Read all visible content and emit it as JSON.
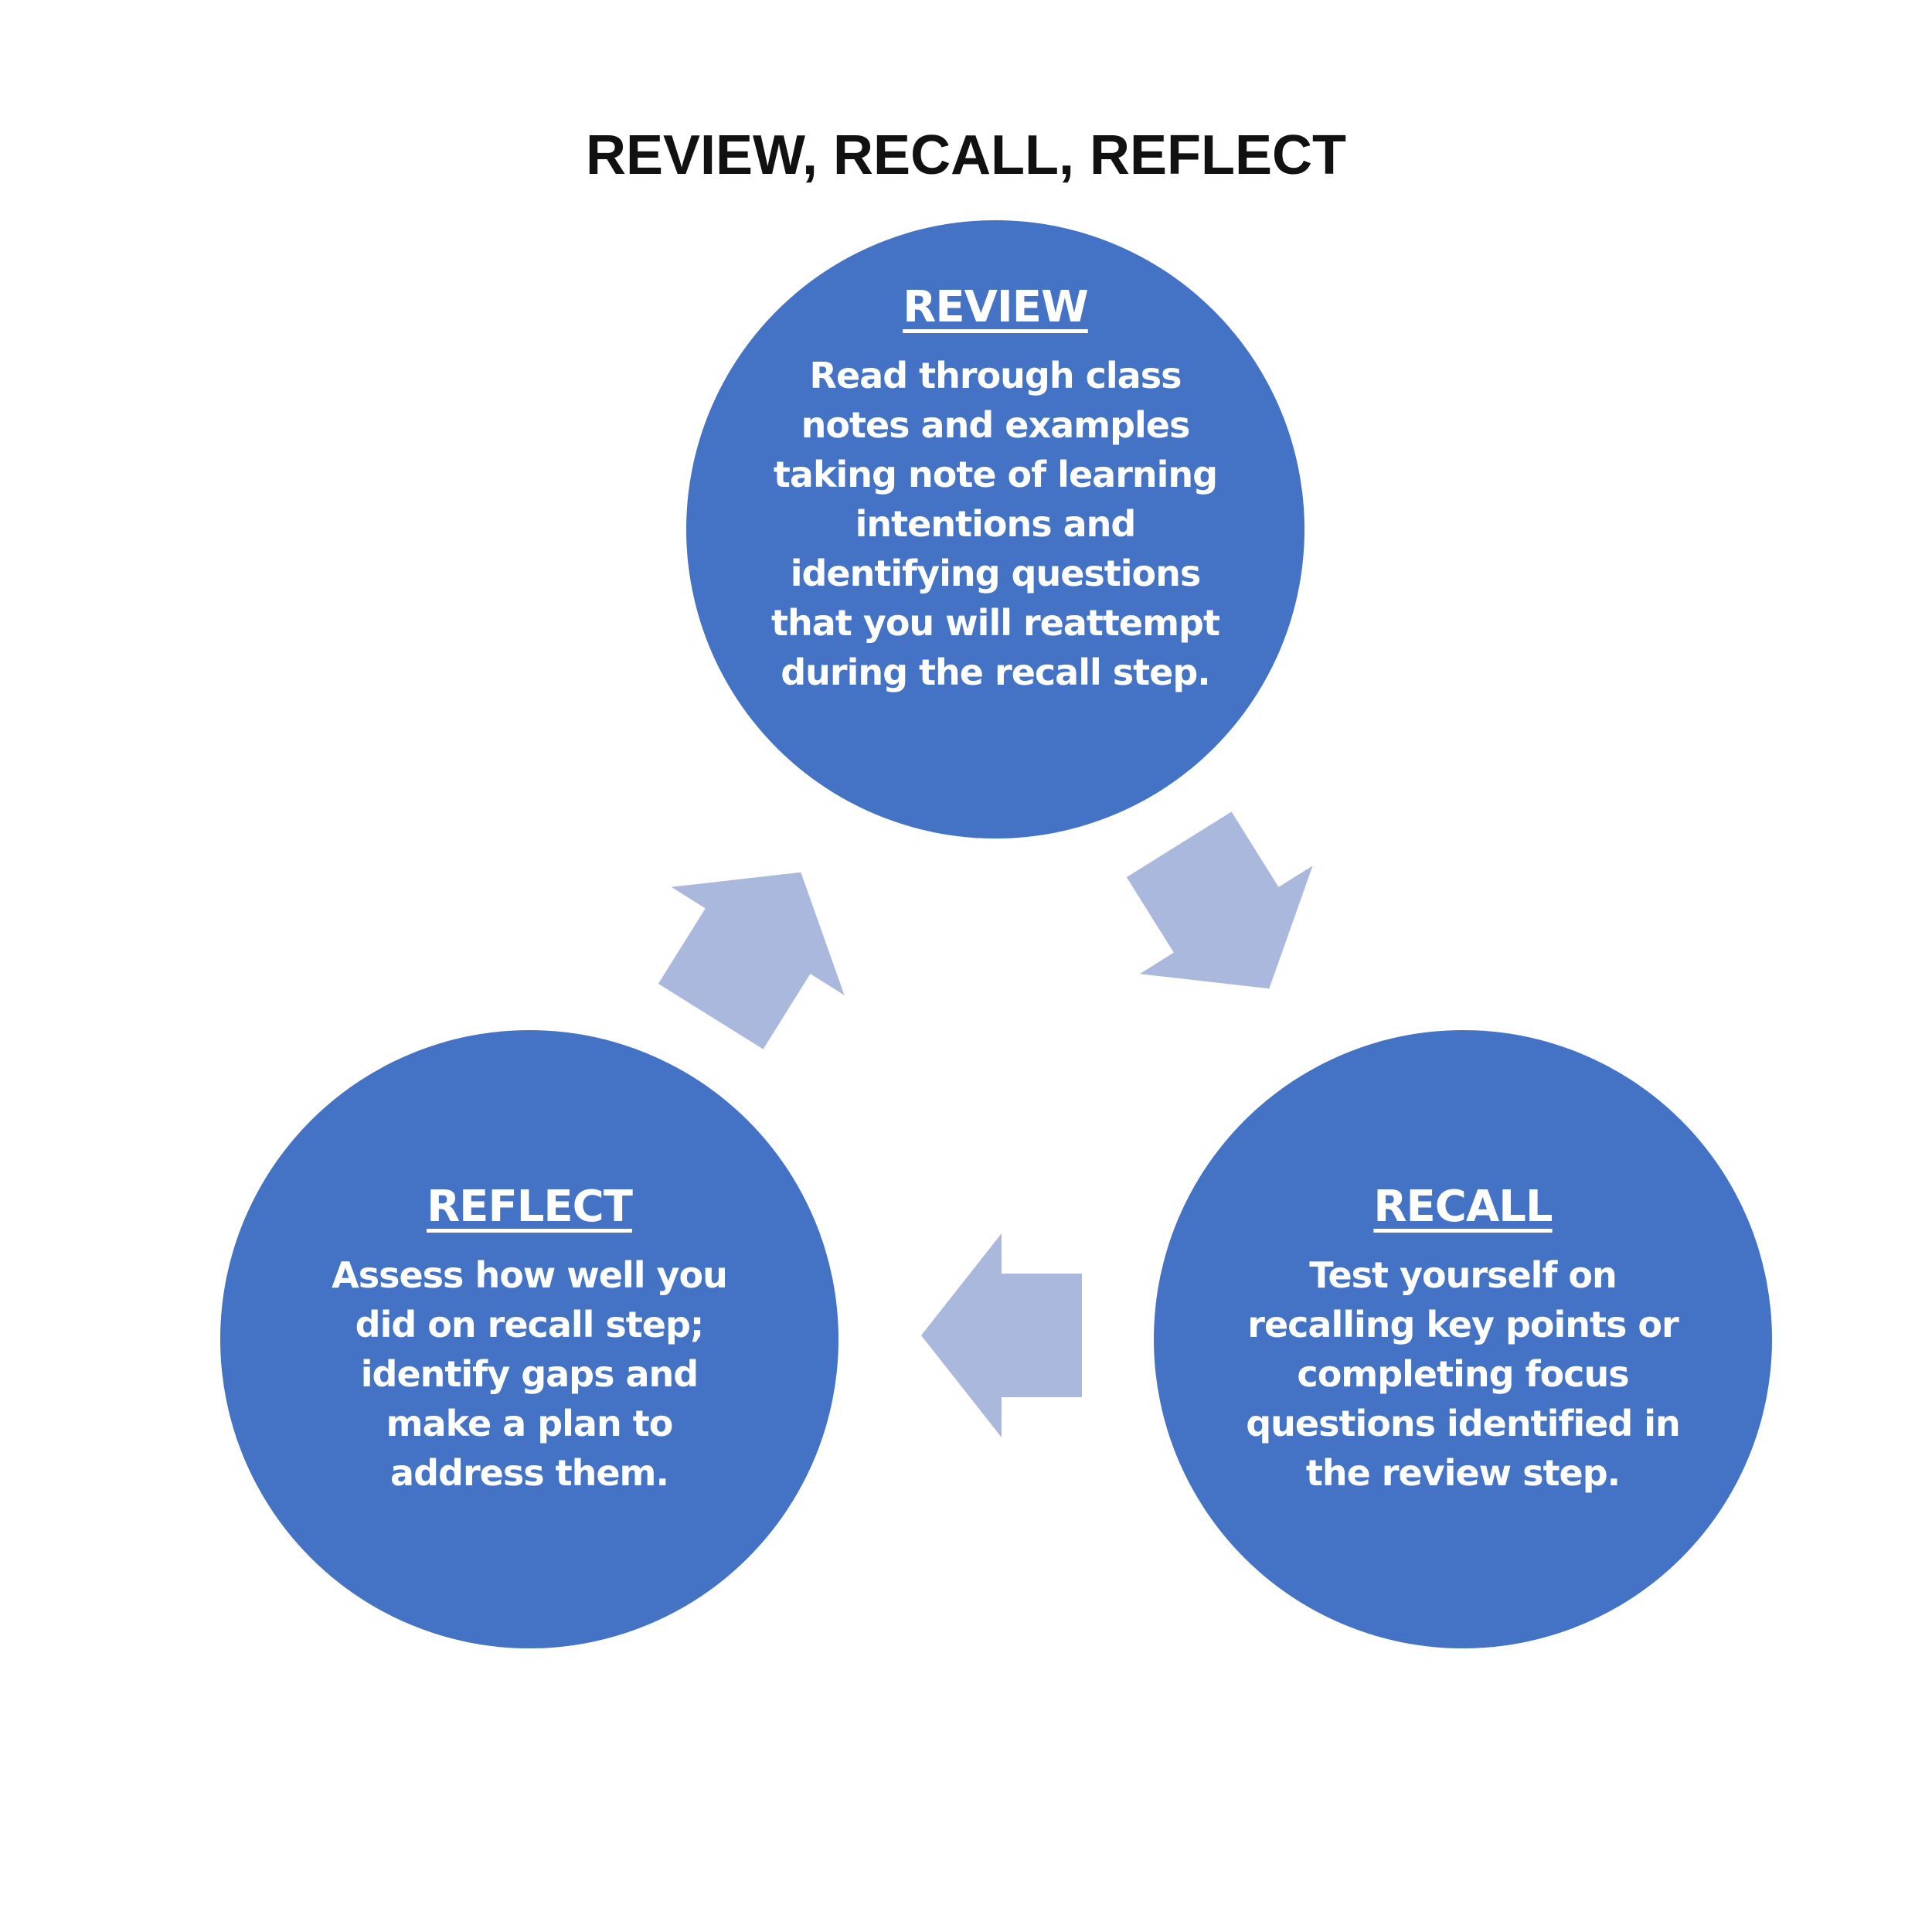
{
  "title": "REVIEW, RECALL, REFLECT",
  "colors": {
    "circle": "#4472C4",
    "arrow": "#A9B8DC"
  },
  "steps": {
    "review": {
      "heading": "REVIEW",
      "text": "Read through class notes and examples taking note of learning intentions and identifying questions that you will reattempt during the recall step."
    },
    "recall": {
      "heading": "RECALL",
      "text": "Test yourself on recalling key points or completing focus questions identified in the review step."
    },
    "reflect": {
      "heading": "REFLECT",
      "text": "Assess how well you did on recall step; identify gaps and make a plan to address them."
    }
  }
}
